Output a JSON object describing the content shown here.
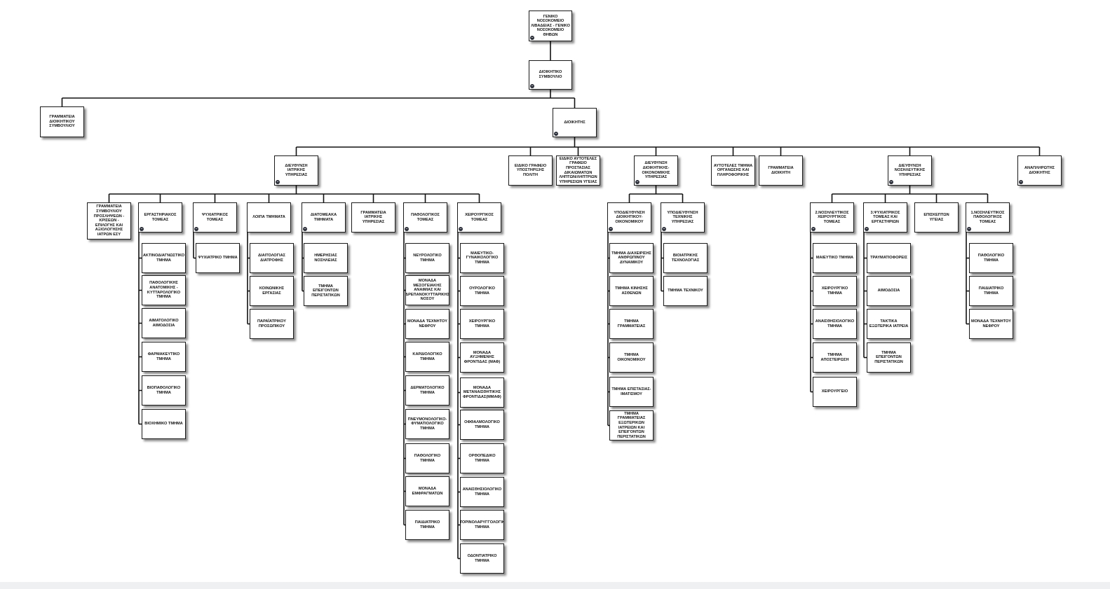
{
  "diagram": {
    "nodes": [
      {
        "id": "root",
        "label": "ΓΕΝΙΚΟ ΝΟΣΟΚΟΜΕΙΟ ΛΙΒΑΔΕΙΑΣ - ΓΕΝΙΚΟ ΝΟΣΟΚΟΜΕΙΟ ΘΗΒΩΝ",
        "expandable": true
      },
      {
        "id": "board",
        "label": "ΔΙΟΙΚΗΤΙΚΟ ΣΥΜΒΟΥΛΙΟ",
        "expandable": true
      },
      {
        "id": "board_secr",
        "label": "ΓΡΑΜΜΑΤΕΙΑ ΔΙΟΙΚΗΤΙΚΟΥ ΣΥΜΒΟΥΛΙΟΥ",
        "expandable": false
      },
      {
        "id": "governor",
        "label": "ΔΙΟΙΚΗΤΗΣ",
        "expandable": true
      },
      {
        "id": "med",
        "label": "ΔΙΕΥΘΥΝΣΗ ΙΑΤΡΙΚΗΣ ΥΠΗΡΕΣΙΑΣ",
        "expandable": true
      },
      {
        "id": "citizen",
        "label": "ΕΙΔΙΚΟ ΓΡΑΦΕΙΟ ΥΠΟΣΤΗΡΙΞΗΣ ΠΟΛΙΤΗ",
        "expandable": false
      },
      {
        "id": "rights",
        "label": "ΕΙΔΙΚΟ ΑΥΤΟΤΕΛΕΣ ΓΡΑΦΕΙΟ ΠΡΟΣΤΑΣΙΑΣ ΔΙΚΑΙΩΜΑΤΩΝ ΛΗΠΤΩΝ/ΛΗΠΤΡΙΩΝ ΥΠΗΡΕΣΙΩΝ ΥΓΕΙΑΣ",
        "expandable": false
      },
      {
        "id": "admin",
        "label": "ΔΙΕΥΘΥΝΣΗ ΔΙΟΙΚΗΤΙΚΗΣ-ΟΙΚΟΝΟΜΙΚΗΣ ΥΠΗΡΕΣΙΑΣ",
        "expandable": true
      },
      {
        "id": "it",
        "label": "ΑΥΤΟΤΕΛΕΣ ΤΜΗΜΑ ΟΡΓΑΝΩΣΗΣ ΚΑΙ ΠΛΗΡΟΦΟΡΙΚΗΣ",
        "expandable": false
      },
      {
        "id": "gov_secr",
        "label": "ΓΡΑΜΜΑΤΕΙΑ ΔΙΟΙΚΗΤΗ",
        "expandable": false
      },
      {
        "id": "nursing",
        "label": "ΔΙΕΥΘΥΝΣΗ ΝΟΣΗΛΕΥΤΙΚΗΣ ΥΠΗΡΕΣΙΑΣ",
        "expandable": true
      },
      {
        "id": "deputy",
        "label": "ΑΝΑΠΛΗΡΩΤΗΣ ΔΙΟΙΚΗΤΗΣ",
        "expandable": true
      },
      {
        "id": "m1",
        "label": "ΓΡΑΜΜΑΤΕΙΑ ΣΥΜΒΟΥΛΙΟΥ ΠΡΟΣΛΗΨΕΩΝ - ΚΡΙΣΕΩΝ - ΕΠΙΛΟΓΗΣ ΚΑΙ ΑΞΙΟΛΟΓΗΣΗΣ ΙΑΤΡΩΝ ΕΣΥ",
        "expandable": false
      },
      {
        "id": "m2",
        "label": "ΕΡΓΑΣΤΗΡΙΑΚΟΣ ΤΟΜΕΑΣ",
        "expandable": true
      },
      {
        "id": "m3",
        "label": "ΨΥΧΙΑΤΡΙΚΟΣ ΤΟΜΕΑΣ",
        "expandable": true
      },
      {
        "id": "m4",
        "label": "ΛΟΙΠΑ ΤΜΗΜΑΤΑ",
        "expandable": false
      },
      {
        "id": "m5",
        "label": "ΔΙΑΤΟΜΕΑΚΑ ΤΜΗΜΑΤΑ",
        "expandable": true
      },
      {
        "id": "m6",
        "label": "ΓΡΑΜΜΑΤΕΙΑ ΙΑΤΡΙΚΗΣ ΥΠΗΡΕΣΙΑΣ",
        "expandable": false
      },
      {
        "id": "m7",
        "label": "ΠΑΘΟΛΟΓΙΚΟΣ ΤΟΜΕΑΣ",
        "expandable": true
      },
      {
        "id": "m8",
        "label": "ΧΕΙΡΟΥΡΓΙΚΟΣ ΤΟΜΕΑΣ",
        "expandable": true
      },
      {
        "id": "l1",
        "label": "ΑΚΤΙΝΟΔΙΑΓΝΩΣΤΙΚΟ ΤΜΗΜΑ",
        "expandable": false
      },
      {
        "id": "l2",
        "label": "ΠΑΘΟΛΟΓΙΚΗΣ ΑΝΑΤΟΜΙΚΗΣ - ΚΥΤΤΑΡΟΛΟΓΙΚΟ ΤΜΗΜΑ",
        "expandable": false
      },
      {
        "id": "l3",
        "label": "ΑΙΜΑΤΟΛΟΓΙΚΟ ΑΙΜΟΔΟΣΙΑ",
        "expandable": false
      },
      {
        "id": "l4",
        "label": "ΦΑΡΜΑΚΕΥΤΙΚΟ ΤΜΗΜΑ",
        "expandable": false
      },
      {
        "id": "l5",
        "label": "ΒΙΟΠΑΘΟΛΟΓΙΚΟ ΤΜΗΜΑ",
        "expandable": false
      },
      {
        "id": "l6",
        "label": "ΒΙΟΧΗΜΙΚΟ ΤΜΗΜΑ",
        "expandable": false
      },
      {
        "id": "p1",
        "label": "ΨΥΧΙΑΤΡΙΚΟ ΤΜΗΜΑ",
        "expandable": false
      },
      {
        "id": "o1",
        "label": "ΔΙΑΙΤΟΛΟΓΙΑΣ ΔΙΑΤΡΟΦΗΣ",
        "expandable": false
      },
      {
        "id": "o2",
        "label": "ΚΟΙΝΩΝΙΚΗΣ ΕΡΓΑΣΙΑΣ",
        "expandable": false
      },
      {
        "id": "o3",
        "label": "ΠΑΡΑΪΑΤΡΙΚΟΥ ΠΡΟΣΩΠΙΚΟΥ",
        "expandable": false
      },
      {
        "id": "d1",
        "label": "ΗΜΕΡΗΣΙΑΣ ΝΟΣΗΛΕΙΑΣ",
        "expandable": false
      },
      {
        "id": "d2",
        "label": "ΤΜΗΜΑ ΕΠΕΙΓΟΝΤΩΝ ΠΕΡΙΣΤΑΤΙΚΩΝ",
        "expandable": false
      },
      {
        "id": "pa1",
        "label": "ΝΕΥΡΟΛΟΓΙΚΟ ΤΜΗΜΑ",
        "expandable": false
      },
      {
        "id": "pa2",
        "label": "ΜΟΝΑΔΑ ΜΕΣΟΓΕΙΑΚΗΣ ΑΝΑΙΜΙΑΣ ΚΑΙ ΔΡΕΠΑΝΟΚΥΤΤΑΡΙΚΗΣ ΝΟΣΟΥ",
        "expandable": false
      },
      {
        "id": "pa3",
        "label": "ΜΟΝΑΔΑ ΤΕΧΝΗΤΟΥ ΝΕΦΡΟΥ",
        "expandable": false
      },
      {
        "id": "pa4",
        "label": "ΚΑΡΔΙΟΛΟΓΙΚΟ ΤΜΗΜΑ",
        "expandable": false
      },
      {
        "id": "pa5",
        "label": "ΔΕΡΜΑΤΟΛΟΓΙΚΟ ΤΜΗΜΑ",
        "expandable": false
      },
      {
        "id": "pa6",
        "label": "ΠΝΕΥΜΟΝΟΛΟΓΙΚΟ-ΦΥΜΑΤΙΟΛΟΓΙΚΟ ΤΜΗΜΑ",
        "expandable": false
      },
      {
        "id": "pa7",
        "label": "ΠΑΘΟΛΟΓΙΚΟ ΤΜΗΜΑ",
        "expandable": false
      },
      {
        "id": "pa8",
        "label": "ΜΟΝΑΔΑ ΕΜΦΡΑΓΜΑΤΩΝ",
        "expandable": false
      },
      {
        "id": "pa9",
        "label": "ΠΑΙΔΙΑΤΡΙΚΟ ΤΜΗΜΑ",
        "expandable": false
      },
      {
        "id": "s1",
        "label": "ΜΑΙΕΥΤΙΚΟ-ΓΥΝΑΙΚΟΛΟΓΙΚΟ ΤΜΗΜΑ",
        "expandable": false
      },
      {
        "id": "s2",
        "label": "ΟΥΡΟΛΟΓΙΚΟ ΤΜΗΜΑ",
        "expandable": false
      },
      {
        "id": "s3",
        "label": "ΧΕΙΡΟΥΡΓΙΚΟ ΤΜΗΜΑ",
        "expandable": false
      },
      {
        "id": "s4",
        "label": "ΜΟΝΑΔΑ ΑΥΞΗΜΕΝΗΣ ΦΡΟΝΤΙΔΑΣ (ΜΑΦ)",
        "expandable": false
      },
      {
        "id": "s5",
        "label": "ΜΟΝΑΔΑ ΜΕΤΑΝΑΙΣΘΗΤΙΚΗΣ ΦΡΟΝΤΙΔΑΣ(ΜΜΑΦ)",
        "expandable": false
      },
      {
        "id": "s6",
        "label": "ΟΦΘΑΛΜΟΛΟΓΙΚΟ ΤΜΗΜΑ",
        "expandable": false
      },
      {
        "id": "s7",
        "label": "ΟΡΘΟΠΕΔΙΚΟ ΤΜΗΜΑ",
        "expandable": false
      },
      {
        "id": "s8",
        "label": "ΑΝΑΙΣΘΗΣΙΟΛΟΓΙΚΟ ΤΜΗΜΑ",
        "expandable": false
      },
      {
        "id": "s9",
        "label": "ΩΤΟΡΙΝΟΛΑΡΥΓΓΟΛΟΓΙΚΟ ΤΜΗΜΑ",
        "expandable": false
      },
      {
        "id": "s10",
        "label": "ΟΔΟΝΤΙΑΤΡΙΚΟ ΤΜΗΜΑ",
        "expandable": false
      },
      {
        "id": "a1",
        "label": "ΥΠΟΔΙΕΥΘΥΝΣΗ ΔΙΟΙΚΗΤΙΚΟΥ-ΟΙΚΟΝΟΜΙΚΟΥ",
        "expandable": true
      },
      {
        "id": "a2",
        "label": "ΥΠΟΔΙΕΥΘΥΝΣΗ ΤΕΧΝΙΚΗΣ ΥΠΗΡΕΣΙΑΣ",
        "expandable": true
      },
      {
        "id": "a1_1",
        "label": "ΤΜΗΜΑ ΔΙΑΧΕΙΡΙΣΗΣ ΑΝΘΡΩΠΙΝΟΥ ΔΥΝΑΜΙΚΟΥ",
        "expandable": false
      },
      {
        "id": "a1_2",
        "label": "ΤΜΗΜΑ ΚΙΝΗΣΗΣ ΑΣΘΕΝΩΝ",
        "expandable": false
      },
      {
        "id": "a1_3",
        "label": "ΤΜΗΜΑ ΓΡΑΜΜΑΤΕΙΑΣ",
        "expandable": false
      },
      {
        "id": "a1_4",
        "label": "ΤΜΗΜΑ ΟΙΚΟΝΟΜΙΚΟΥ",
        "expandable": false
      },
      {
        "id": "a1_5",
        "label": "ΤΜΗΜΑ ΕΠΙΣΤΑΣΙΑΣ-ΙΜΑΤΙΣΜΟΥ",
        "expandable": false
      },
      {
        "id": "a1_6",
        "label": "ΤΜΗΜΑ ΓΡΑΜΜΑΤΕΙΑΣ ΕΞΩΤΕΡΙΚΩΝ ΙΑΤΡΕΙΩΝ ΚΑΙ ΕΠΕΙΓΟΝΤΩΝ ΠΕΡΙΣΤΑΤΙΚΩΝ",
        "expandable": false
      },
      {
        "id": "a2_1",
        "label": "ΒΙΟΙΑΤΡΙΚΗΣ ΤΕΧΝΟΛΟΓΙΑΣ",
        "expandable": false
      },
      {
        "id": "a2_2",
        "label": "ΤΜΗΜΑ ΤΕΧΝΙΚΟΥ",
        "expandable": false
      },
      {
        "id": "n1",
        "label": "2.ΝΟΣΗΛΕΥΤΙΚΟΣ ΧΕΙΡΟΥΡΓΙΚΟΣ ΤΟΜΕΑΣ",
        "expandable": true
      },
      {
        "id": "n2",
        "label": "3.ΨΥΧΙΑΤΡΙΚΟΣ ΤΟΜΕΑΣ ΚΑΙ ΕΡΓΑΣΤΗΡΙΩΝ",
        "expandable": true
      },
      {
        "id": "n3",
        "label": "ΕΠΙΣΚΕΠΤΩΝ ΥΓΕΙΑΣ",
        "expandable": false
      },
      {
        "id": "n4",
        "label": "1.ΝΟΣΗΛΕΥΤΙΚΟΣ ΠΑΘΟΛΟΓΙΚΟΣ ΤΟΜΕΑΣ",
        "expandable": true
      },
      {
        "id": "n1_1",
        "label": "ΜΑΙΕΥΤΙΚΟ ΤΜΗΜΑ",
        "expandable": false
      },
      {
        "id": "n1_2",
        "label": "ΧΕΙΡΟΥΡΓΙΚΟ ΤΜΗΜΑ",
        "expandable": false
      },
      {
        "id": "n1_3",
        "label": "ΑΝΑΙΣΘΗΣΙΟΛΟΓΙΚΟ ΤΜΗΜΑ",
        "expandable": false
      },
      {
        "id": "n1_4",
        "label": "ΤΜΗΜΑ ΑΠΟΣΤΕΙΡΩΣΗ",
        "expandable": false
      },
      {
        "id": "n1_5",
        "label": "ΧΕΙΡΟΥΡΓΕΙΟ",
        "expandable": false
      },
      {
        "id": "n2_1",
        "label": "ΤΡΑΥΜΑΤΙΟΦΟΡΕΙΣ",
        "expandable": false
      },
      {
        "id": "n2_2",
        "label": "ΑΙΜΟΔΟΣΙΑ",
        "expandable": false
      },
      {
        "id": "n2_3",
        "label": "ΤΑΚΤΙΚΑ ΕΞΩΤΕΡΙΚΑ ΙΑΤΡΕΙΑ",
        "expandable": false
      },
      {
        "id": "n2_4",
        "label": "ΤΜΗΜΑ ΕΠΕΙΓΟΝΤΩΝ ΠΕΡΙΣΤΑΤΙΚΩΝ",
        "expandable": false
      },
      {
        "id": "n4_1",
        "label": "ΠΑΘΟΛΟΓΙΚΟ ΤΜΗΜΑ",
        "expandable": false
      },
      {
        "id": "n4_2",
        "label": "ΠΑΙΔΙΑΤΡΙΚΟ ΤΜΗΜΑ",
        "expandable": false
      },
      {
        "id": "n4_3",
        "label": "ΜΟΝΑΔΑ ΤΕΧΝΗΤΟΥ ΝΕΦΡΟΥ",
        "expandable": false
      }
    ],
    "edges": [
      [
        "root",
        "board"
      ],
      [
        "board",
        "board_secr"
      ],
      [
        "board",
        "governor"
      ],
      [
        "governor",
        "med"
      ],
      [
        "governor",
        "citizen"
      ],
      [
        "governor",
        "rights"
      ],
      [
        "governor",
        "admin"
      ],
      [
        "governor",
        "it"
      ],
      [
        "governor",
        "gov_secr"
      ],
      [
        "governor",
        "nursing"
      ],
      [
        "governor",
        "deputy"
      ],
      [
        "med",
        "m1"
      ],
      [
        "med",
        "m2"
      ],
      [
        "med",
        "m3"
      ],
      [
        "med",
        "m4"
      ],
      [
        "med",
        "m5"
      ],
      [
        "med",
        "m6"
      ],
      [
        "med",
        "m7"
      ],
      [
        "med",
        "m8"
      ],
      [
        "m2",
        "l1"
      ],
      [
        "m2",
        "l2"
      ],
      [
        "m2",
        "l3"
      ],
      [
        "m2",
        "l4"
      ],
      [
        "m2",
        "l5"
      ],
      [
        "m2",
        "l6"
      ],
      [
        "m3",
        "p1"
      ],
      [
        "m4",
        "o1"
      ],
      [
        "m4",
        "o2"
      ],
      [
        "m4",
        "o3"
      ],
      [
        "m5",
        "d1"
      ],
      [
        "m5",
        "d2"
      ],
      [
        "m7",
        "pa1"
      ],
      [
        "m7",
        "pa2"
      ],
      [
        "m7",
        "pa3"
      ],
      [
        "m7",
        "pa4"
      ],
      [
        "m7",
        "pa5"
      ],
      [
        "m7",
        "pa6"
      ],
      [
        "m7",
        "pa7"
      ],
      [
        "m7",
        "pa8"
      ],
      [
        "m7",
        "pa9"
      ],
      [
        "m8",
        "s1"
      ],
      [
        "m8",
        "s2"
      ],
      [
        "m8",
        "s3"
      ],
      [
        "m8",
        "s4"
      ],
      [
        "m8",
        "s5"
      ],
      [
        "m8",
        "s6"
      ],
      [
        "m8",
        "s7"
      ],
      [
        "m8",
        "s8"
      ],
      [
        "m8",
        "s9"
      ],
      [
        "m8",
        "s10"
      ],
      [
        "admin",
        "a1"
      ],
      [
        "admin",
        "a2"
      ],
      [
        "a1",
        "a1_1"
      ],
      [
        "a1",
        "a1_2"
      ],
      [
        "a1",
        "a1_3"
      ],
      [
        "a1",
        "a1_4"
      ],
      [
        "a1",
        "a1_5"
      ],
      [
        "a1",
        "a1_6"
      ],
      [
        "a2",
        "a2_1"
      ],
      [
        "a2",
        "a2_2"
      ],
      [
        "nursing",
        "n1"
      ],
      [
        "nursing",
        "n2"
      ],
      [
        "nursing",
        "n3"
      ],
      [
        "nursing",
        "n4"
      ],
      [
        "n1",
        "n1_1"
      ],
      [
        "n1",
        "n1_2"
      ],
      [
        "n1",
        "n1_3"
      ],
      [
        "n1",
        "n1_4"
      ],
      [
        "n1",
        "n1_5"
      ],
      [
        "n2",
        "n2_1"
      ],
      [
        "n2",
        "n2_2"
      ],
      [
        "n2",
        "n2_3"
      ],
      [
        "n2",
        "n2_4"
      ],
      [
        "n4",
        "n4_1"
      ],
      [
        "n4",
        "n4_2"
      ],
      [
        "n4",
        "n4_3"
      ]
    ]
  }
}
